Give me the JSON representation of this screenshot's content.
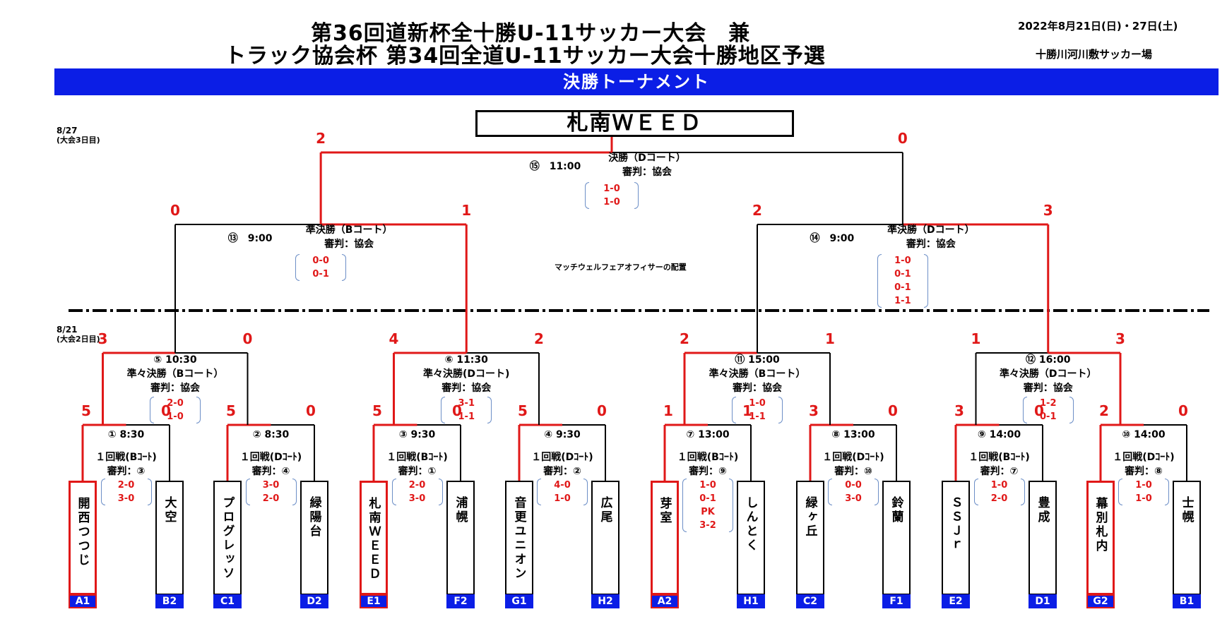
{
  "title": {
    "line1": "第36回道新杯全十勝U-11サッカー大会　兼",
    "line2": "トラック協会杯 第34回全道U-11サッカー大会十勝地区予選"
  },
  "meta": {
    "date_range": "2022年8月21日(日)・27日(土)",
    "venue": "十勝川河川敷サッカー場"
  },
  "banner": "決勝トーナメント",
  "champion": "札南ＷＥＥＤ",
  "note": "マッチウェルフェアオフィサーの配置",
  "dates": [
    {
      "date": "8/27",
      "day": "(大会3日目)"
    },
    {
      "date": "8/21",
      "day": "(大会2日目)"
    }
  ],
  "teams": [
    {
      "name": "開西つつじ",
      "code": "A1"
    },
    {
      "name": "大空",
      "code": "B2"
    },
    {
      "name": "プログレッソ",
      "code": "C1"
    },
    {
      "name": "緑陽台",
      "code": "D2"
    },
    {
      "name": "札南ＷＥＥＤ",
      "code": "E1"
    },
    {
      "name": "浦幌",
      "code": "F2"
    },
    {
      "name": "音更ユニオン",
      "code": "G1"
    },
    {
      "name": "広尾",
      "code": "H2"
    },
    {
      "name": "芽室",
      "code": "A2"
    },
    {
      "name": "しんとく",
      "code": "H1"
    },
    {
      "name": "緑ヶ丘",
      "code": "C2"
    },
    {
      "name": "鈴蘭",
      "code": "F1"
    },
    {
      "name": "ＳＳＪｒ",
      "code": "E2"
    },
    {
      "name": "豊成",
      "code": "D1"
    },
    {
      "name": "幕別札内",
      "code": "G2"
    },
    {
      "name": "士幌",
      "code": "B1"
    }
  ],
  "matches": [
    {
      "id": "r1-1",
      "num": "①",
      "time": "8:30",
      "round": "１回戦(Bｺｰﾄ)",
      "ref": "審判：③",
      "scores": [
        "2-0",
        "3-0"
      ],
      "left": "5",
      "right": "0"
    },
    {
      "id": "r1-2",
      "num": "②",
      "time": "8:30",
      "round": "１回戦(Dｺｰﾄ)",
      "ref": "審判：④",
      "scores": [
        "3-0",
        "2-0"
      ],
      "left": "5",
      "right": "0"
    },
    {
      "id": "r1-3",
      "num": "③",
      "time": "9:30",
      "round": "１回戦(Bｺｰﾄ)",
      "ref": "審判：①",
      "scores": [
        "2-0",
        "3-0"
      ],
      "left": "5",
      "right": "0"
    },
    {
      "id": "r1-4",
      "num": "④",
      "time": "9:30",
      "round": "１回戦(Dｺｰﾄ)",
      "ref": "審判：②",
      "scores": [
        "4-0",
        "1-0"
      ],
      "left": "5",
      "right": "0"
    },
    {
      "id": "r1-5",
      "num": "⑦",
      "time": "13:00",
      "round": "１回戦(Bｺｰﾄ)",
      "ref": "審判：⑨",
      "scores": [
        "1-0",
        "0-1",
        "PK",
        "3-2"
      ],
      "left": "1",
      "right": "1"
    },
    {
      "id": "r1-6",
      "num": "⑧",
      "time": "13:00",
      "round": "１回戦(Dｺｰﾄ)",
      "ref": "審判：⑩",
      "scores": [
        "0-0",
        "3-0"
      ],
      "left": "3",
      "right": "0"
    },
    {
      "id": "r1-7",
      "num": "⑨",
      "time": "14:00",
      "round": "１回戦(Bｺｰﾄ)",
      "ref": "審判：⑦",
      "scores": [
        "1-0",
        "2-0"
      ],
      "left": "3",
      "right": "0"
    },
    {
      "id": "r1-8",
      "num": "⑩",
      "time": "14:00",
      "round": "１回戦(Dｺｰﾄ)",
      "ref": "審判：⑧",
      "scores": [
        "1-0",
        "1-0"
      ],
      "left": "2",
      "right": "0"
    },
    {
      "id": "qf-1",
      "num": "⑤",
      "time": "10:30",
      "round": "準々決勝（Bコート）",
      "ref": "審判：協会",
      "scores": [
        "2-0",
        "1-0"
      ],
      "left": "3",
      "right": "0"
    },
    {
      "id": "qf-2",
      "num": "⑥",
      "time": "11:30",
      "round": "準々決勝(Dコート)",
      "ref": "審判：協会",
      "scores": [
        "3-1",
        "1-1"
      ],
      "left": "4",
      "right": "2"
    },
    {
      "id": "qf-3",
      "num": "⑪",
      "time": "15:00",
      "round": "準々決勝（Bコート）",
      "ref": "審判：協会",
      "scores": [
        "1-0",
        "1-1"
      ],
      "left": "2",
      "right": "1"
    },
    {
      "id": "qf-4",
      "num": "⑫",
      "time": "16:00",
      "round": "準々決勝（Dコート）",
      "ref": "審判：協会",
      "scores": [
        "1-2",
        "0-1"
      ],
      "left": "1",
      "right": "3"
    },
    {
      "id": "sf-1",
      "num": "⑬",
      "time": "9:00",
      "round": "準決勝（Bコート）",
      "ref": "審判：協会",
      "scores": [
        "0-0",
        "0-1"
      ],
      "left": "0",
      "right": "1"
    },
    {
      "id": "sf-2",
      "num": "⑭",
      "time": "9:00",
      "round": "準決勝（Dコート）",
      "ref": "審判：協会",
      "scores": [
        "1-0",
        "0-1",
        "0-1",
        "1-1"
      ],
      "left": "2",
      "right": "3"
    },
    {
      "id": "final",
      "num": "⑮",
      "time": "11:00",
      "round": "決勝（Dコート）",
      "ref": "審判：協会",
      "scores": [
        "1-0",
        "1-0"
      ],
      "left": "2",
      "right": "0"
    }
  ]
}
